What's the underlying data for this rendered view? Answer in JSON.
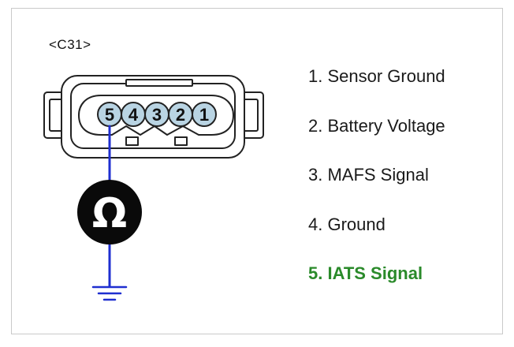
{
  "connector": {
    "id_label": "<C31>",
    "pins": [
      "5",
      "4",
      "3",
      "2",
      "1"
    ]
  },
  "meter": {
    "symbol": "Ω",
    "icon": "ohm-meter-icon"
  },
  "ground": {
    "icon": "ground-symbol-icon"
  },
  "legend": {
    "items": [
      {
        "text": "1. Sensor Ground"
      },
      {
        "text": "2. Battery Voltage"
      },
      {
        "text": "3. MAFS Signal"
      },
      {
        "text": "4. Ground"
      },
      {
        "text": "5. IATS Signal"
      }
    ]
  },
  "colors": {
    "wire": "#1f2fd0",
    "pin_fill": "#b9d4e3",
    "meter_body": "#0a0a0a",
    "highlight": "#2a8a2a",
    "connector_outline": "#222222"
  }
}
